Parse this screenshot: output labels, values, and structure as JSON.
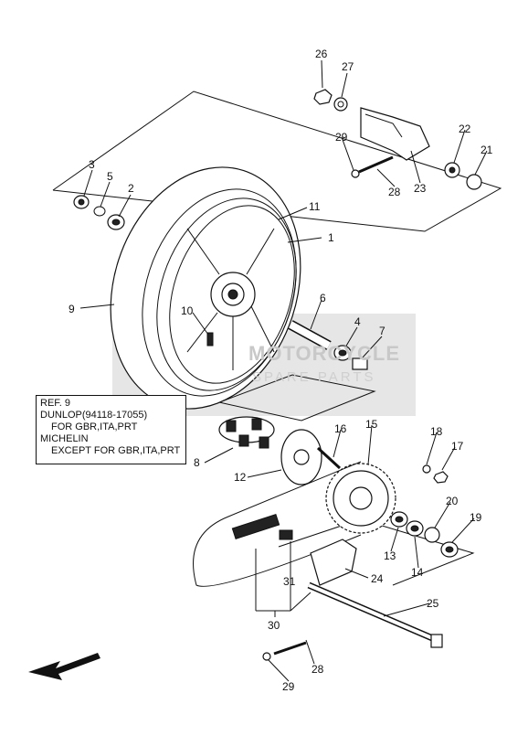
{
  "callouts": [
    "1",
    "2",
    "3",
    "4",
    "5",
    "6",
    "7",
    "8",
    "9",
    "10",
    "11",
    "12",
    "13",
    "14",
    "15",
    "16",
    "17",
    "18",
    "19",
    "20",
    "21",
    "22",
    "23",
    "24",
    "25",
    "26",
    "27",
    "28",
    "28",
    "29",
    "29",
    "30",
    "31"
  ],
  "ref_box": {
    "line1": "REF. 9",
    "line2": "DUNLOP(94118-17055)",
    "line3": "FOR GBR,ITA,PRT",
    "line4": "MICHELIN",
    "line5": "EXCEPT FOR GBR,ITA,PRT"
  },
  "watermark": {
    "title": "MOTORCYCLE",
    "subtitle": "SPARE PARTS"
  },
  "icons": [
    "front-arrow-icon"
  ]
}
